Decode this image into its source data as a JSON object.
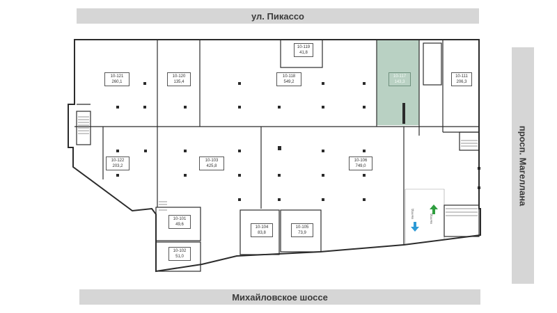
{
  "streets": {
    "top": "ул. Пикассо",
    "right": "просп. Магеллана",
    "bottom": "Михайловское шоссе"
  },
  "colors": {
    "selected_unit": "#b9d1c3",
    "exit_down": "#2d9ad6",
    "exit_up": "#2f9e3f",
    "walls": "#2b2b2b",
    "street_band": "#d6d6d6"
  },
  "units": [
    {
      "number": "10-121",
      "area": "260,1"
    },
    {
      "number": "10-120",
      "area": "135,4"
    },
    {
      "number": "10-119",
      "area": "41,8"
    },
    {
      "number": "10-118",
      "area": "549,2"
    },
    {
      "number": "10-117",
      "area": "143,3",
      "selected": true
    },
    {
      "number": "10-111",
      "area": "206,3"
    },
    {
      "number": "10-122",
      "area": "203,2"
    },
    {
      "number": "10-103",
      "area": "425,8"
    },
    {
      "number": "10-106",
      "area": "749,0"
    },
    {
      "number": "10-101",
      "area": "49,6"
    },
    {
      "number": "10-102",
      "area": "51,0"
    },
    {
      "number": "10-104",
      "area": "83,8"
    },
    {
      "number": "10-105",
      "area": "73,9"
    }
  ],
  "exits": {
    "left": {
      "label": "ВЫХОД",
      "direction": "down"
    },
    "right": {
      "label": "ВЫХОД",
      "direction": "up"
    }
  }
}
